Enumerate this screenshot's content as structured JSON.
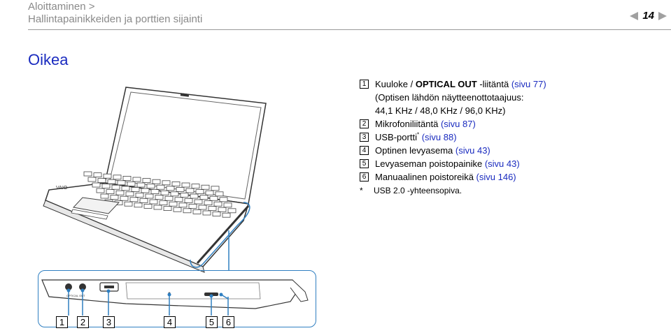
{
  "header": {
    "breadcrumb_line1": "Aloittaminen >",
    "breadcrumb_line2": "Hallintapainikkeiden ja porttien sijainti",
    "page_number": "14"
  },
  "section_title": "Oikea",
  "items": [
    {
      "num": "1",
      "text_pre": "Kuuloke / ",
      "text_bold": "OPTICAL OUT",
      "text_post": " -liitäntä ",
      "link": "(sivu 77)",
      "extra_lines": [
        "(Optisen lähdön näytteenottotaajuus:",
        "44,1 KHz / 48,0 KHz / 96,0 KHz)"
      ]
    },
    {
      "num": "2",
      "text": "Mikrofoniliitäntä ",
      "link": "(sivu 87)"
    },
    {
      "num": "3",
      "text": "USB-portti",
      "sup": "*",
      "link": "(sivu 88)"
    },
    {
      "num": "4",
      "text": "Optinen levyasema ",
      "link": "(sivu 43)"
    },
    {
      "num": "5",
      "text": "Levyaseman poistopainike ",
      "link": "(sivu 43)"
    },
    {
      "num": "6",
      "text": "Manuaalinen poistoreikä ",
      "link": "(sivu 146)"
    }
  ],
  "footnote": {
    "star": "*",
    "text": "USB 2.0 -yhteensopiva."
  },
  "laptop_brand": "VAIO",
  "port_label": "OPTICAL OUT",
  "callouts": [
    "1",
    "2",
    "3",
    "4",
    "5",
    "6"
  ],
  "colors": {
    "link": "#1a2bbf",
    "header_gray": "#8a8a8a",
    "callout_box": "#2f7fc1"
  }
}
